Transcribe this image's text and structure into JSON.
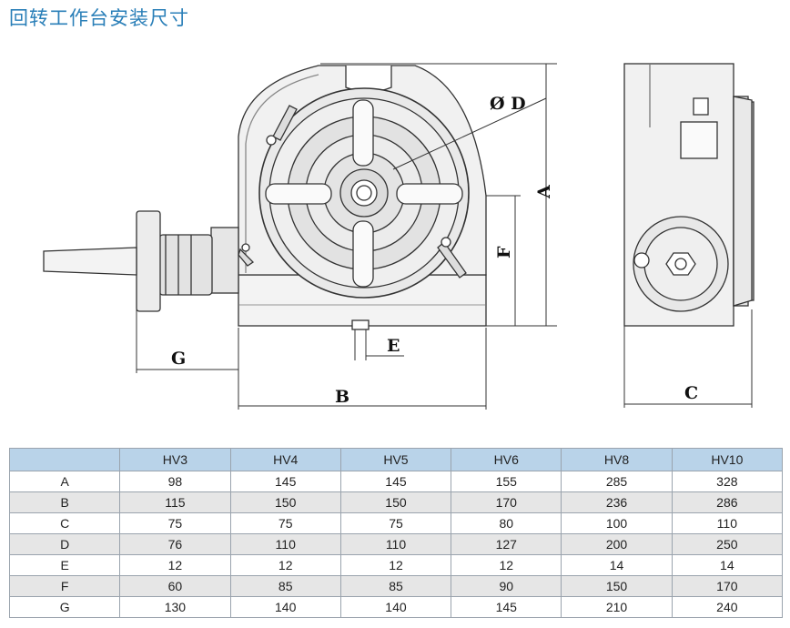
{
  "page": {
    "title": "回转工作台安装尺寸"
  },
  "drawing": {
    "labels": {
      "D": "Ø D",
      "A": "A",
      "F": "F",
      "E": "E",
      "G": "G",
      "B": "B",
      "C": "C"
    }
  },
  "table": {
    "columns": [
      "",
      "HV3",
      "HV4",
      "HV5",
      "HV6",
      "HV8",
      "HV10"
    ],
    "rows": [
      {
        "label": "A",
        "values": [
          "98",
          "145",
          "145",
          "155",
          "285",
          "328"
        ]
      },
      {
        "label": "B",
        "values": [
          "115",
          "150",
          "150",
          "170",
          "236",
          "286"
        ]
      },
      {
        "label": "C",
        "values": [
          "75",
          "75",
          "75",
          "80",
          "100",
          "110"
        ]
      },
      {
        "label": "D",
        "values": [
          "76",
          "110",
          "110",
          "127",
          "200",
          "250"
        ]
      },
      {
        "label": "E",
        "values": [
          "12",
          "12",
          "12",
          "12",
          "14",
          "14"
        ]
      },
      {
        "label": "F",
        "values": [
          "60",
          "85",
          "85",
          "90",
          "150",
          "170"
        ]
      },
      {
        "label": "G",
        "values": [
          "130",
          "140",
          "140",
          "145",
          "210",
          "240"
        ]
      }
    ]
  }
}
